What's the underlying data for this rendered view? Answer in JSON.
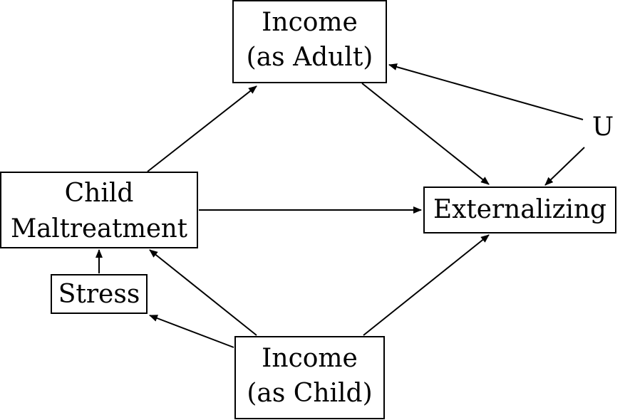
{
  "nodes": {
    "income_adult": {
      "line1": "Income",
      "line2": "(as Adult)"
    },
    "child_maltreatment": {
      "line1": "Child",
      "line2": "Maltreatment"
    },
    "externalizing": {
      "label": "Externalizing"
    },
    "stress": {
      "label": "Stress"
    },
    "income_child": {
      "line1": "Income",
      "line2": "(as Child)"
    },
    "u": {
      "label": "U"
    }
  },
  "edges": [
    {
      "from": "Child Maltreatment",
      "to": "Income (as Adult)"
    },
    {
      "from": "Income (as Adult)",
      "to": "Externalizing"
    },
    {
      "from": "U",
      "to": "Income (as Adult)"
    },
    {
      "from": "U",
      "to": "Externalizing"
    },
    {
      "from": "Child Maltreatment",
      "to": "Externalizing"
    },
    {
      "from": "Stress",
      "to": "Child Maltreatment"
    },
    {
      "from": "Income (as Child)",
      "to": "Child Maltreatment"
    },
    {
      "from": "Income (as Child)",
      "to": "Stress"
    },
    {
      "from": "Income (as Child)",
      "to": "Externalizing"
    }
  ],
  "colors": {
    "stroke": "#000000",
    "background": "#ffffff"
  }
}
